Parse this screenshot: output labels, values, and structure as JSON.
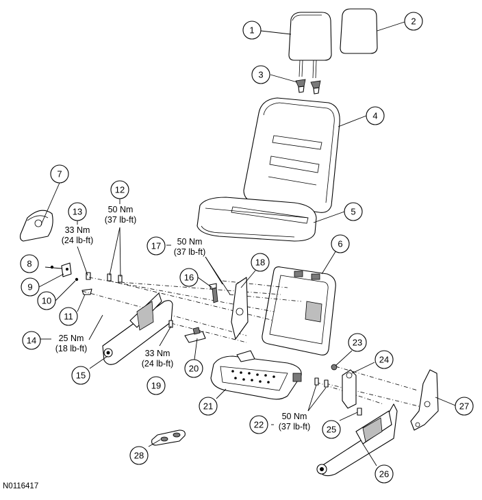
{
  "figure_id": "N0116417",
  "callouts": [
    "1",
    "2",
    "3",
    "4",
    "5",
    "6",
    "7",
    "8",
    "9",
    "10",
    "11",
    "12",
    "13",
    "14",
    "15",
    "16",
    "17",
    "18",
    "19",
    "20",
    "21",
    "22",
    "23",
    "24",
    "25",
    "26",
    "27",
    "28"
  ],
  "torques": [
    {
      "nm": "50 Nm",
      "lbft": "(37 lb-ft)"
    },
    {
      "nm": "33 Nm",
      "lbft": "(24 lb-ft)"
    },
    {
      "nm": "50 Nm",
      "lbft": "(37 lb-ft)"
    },
    {
      "nm": "25 Nm",
      "lbft": "(18 lb-ft)"
    },
    {
      "nm": "33 Nm",
      "lbft": "(24 lb-ft)"
    },
    {
      "nm": "50 Nm",
      "lbft": "(37 lb-ft)"
    }
  ]
}
